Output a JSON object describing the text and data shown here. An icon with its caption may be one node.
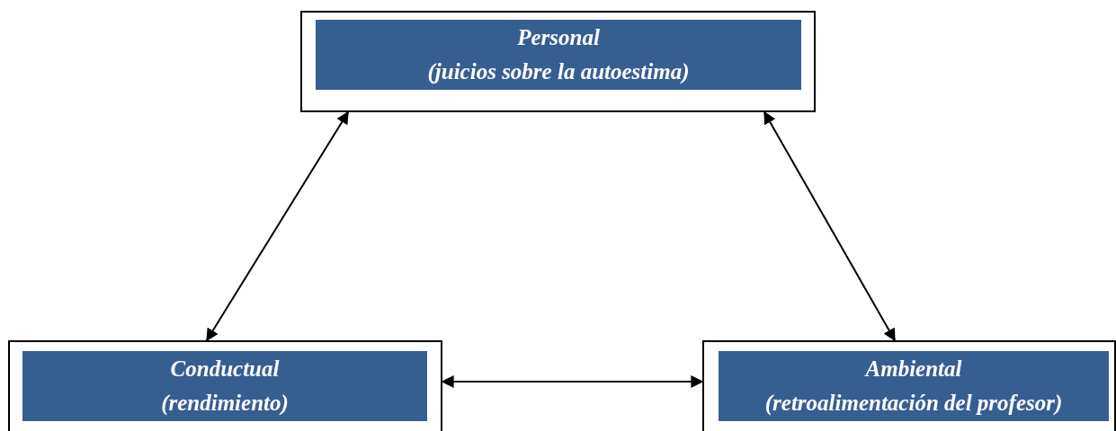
{
  "diagram": {
    "nodes": [
      {
        "text": [
          "Personal",
          "(juicios sobre la autoestima)"
        ]
      },
      {
        "text": [
          "Conductual",
          "(rendimiento)"
        ]
      },
      {
        "text": [
          "Ambiental",
          "(retroalimentación del profesor)"
        ]
      }
    ],
    "edges": [
      {
        "from": 0,
        "to": 1,
        "arrow": "both"
      },
      {
        "from": 0,
        "to": 2,
        "arrow": "both"
      },
      {
        "from": 1,
        "to": 2,
        "arrow": "both"
      }
    ]
  }
}
